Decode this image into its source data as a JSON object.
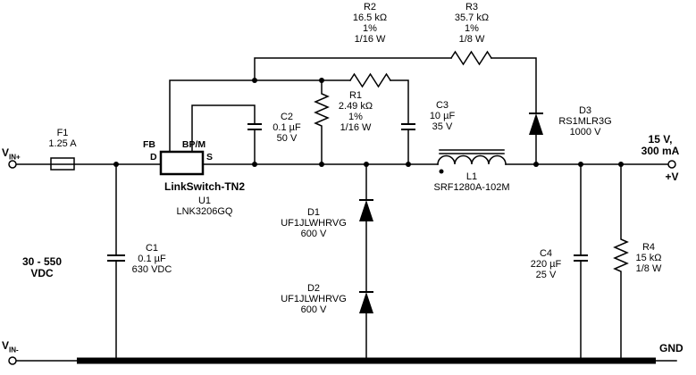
{
  "labels": {
    "vin_plus": {
      "main": "V",
      "sub": "IN+"
    },
    "vin_minus": {
      "main": "V",
      "sub": "IN-"
    },
    "input_range": {
      "l1": "30 - 550",
      "l2": "VDC"
    },
    "output": {
      "l1": "15 V,",
      "l2": "300 mA",
      "plus_v": "+V",
      "gnd": "GND"
    }
  },
  "ic": {
    "family": "LinkSwitch-TN2",
    "ref": "U1",
    "part": "LNK3206GQ",
    "pin_fb": "FB",
    "pin_bpm": "BP/M",
    "pin_d": "D",
    "pin_s": "S"
  },
  "components": {
    "f1": {
      "ref": "F1",
      "l2": "1.25 A"
    },
    "c1": {
      "ref": "C1",
      "l2": "0.1 µF",
      "l3": "630 VDC"
    },
    "c2": {
      "ref": "C2",
      "l2": "0.1 µF",
      "l3": "50 V"
    },
    "c3": {
      "ref": "C3",
      "l2": "10 µF",
      "l3": "35 V"
    },
    "c4": {
      "ref": "C4",
      "l2": "220 µF",
      "l3": "25 V"
    },
    "r1": {
      "ref": "R1",
      "l2": "2.49 kΩ",
      "l3": "1%",
      "l4": "1/16 W"
    },
    "r2": {
      "ref": "R2",
      "l2": "16.5 kΩ",
      "l3": "1%",
      "l4": "1/16 W"
    },
    "r3": {
      "ref": "R3",
      "l2": "35.7 kΩ",
      "l3": "1%",
      "l4": "1/8 W"
    },
    "r4": {
      "ref": "R4",
      "l2": "15 kΩ",
      "l3": "1/8 W"
    },
    "d1": {
      "ref": "D1",
      "l2": "UF1JLWHRVG",
      "l3": "600 V"
    },
    "d2": {
      "ref": "D2",
      "l2": "UF1JLWHRVG",
      "l3": "600 V"
    },
    "d3": {
      "ref": "D3",
      "l2": "RS1MLR3G",
      "l3": "1000 V"
    },
    "l1": {
      "ref": "L1",
      "l2": "SRF1280A-102M"
    }
  },
  "colors": {
    "wire": "#000000",
    "background": "#ffffff"
  }
}
